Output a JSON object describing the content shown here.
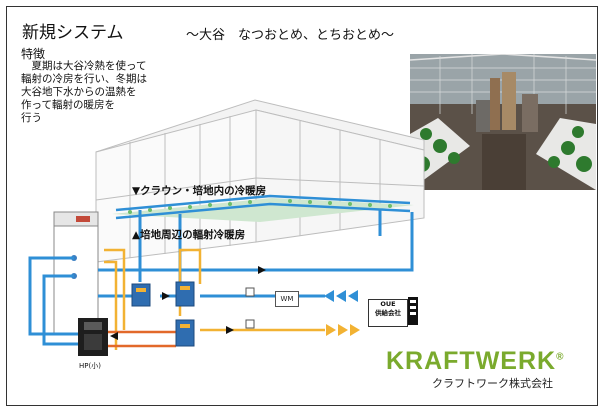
{
  "title": "新規システム",
  "subtitle": "～大谷　なつおとめ、とちおとめ～",
  "features": {
    "heading": "特徴",
    "lines": [
      "　夏期は大谷冷熱を使って",
      "輻射の冷房を行い、冬期は",
      "大谷地下水からの温熱を",
      "作って輻射の暖房を",
      "行う"
    ]
  },
  "labels": {
    "crown_bed": "▼クラウン・培地内の冷暖房",
    "perimeter": "▲培地周辺の輻射冷暖房",
    "heat_pump": "HP(小)",
    "water_meter": "WM",
    "supplier_line1": "OUE",
    "supplier_line2": "供給会社"
  },
  "brand": {
    "logo": "KRAFTWERK",
    "logo_mark": "®",
    "company": "クラフトワーク株式会社"
  },
  "colors": {
    "cold_line": "#2f8fd6",
    "hot_line": "#f2b233",
    "return_line": "#e2692a",
    "logo_green": "#7aaa2d"
  }
}
